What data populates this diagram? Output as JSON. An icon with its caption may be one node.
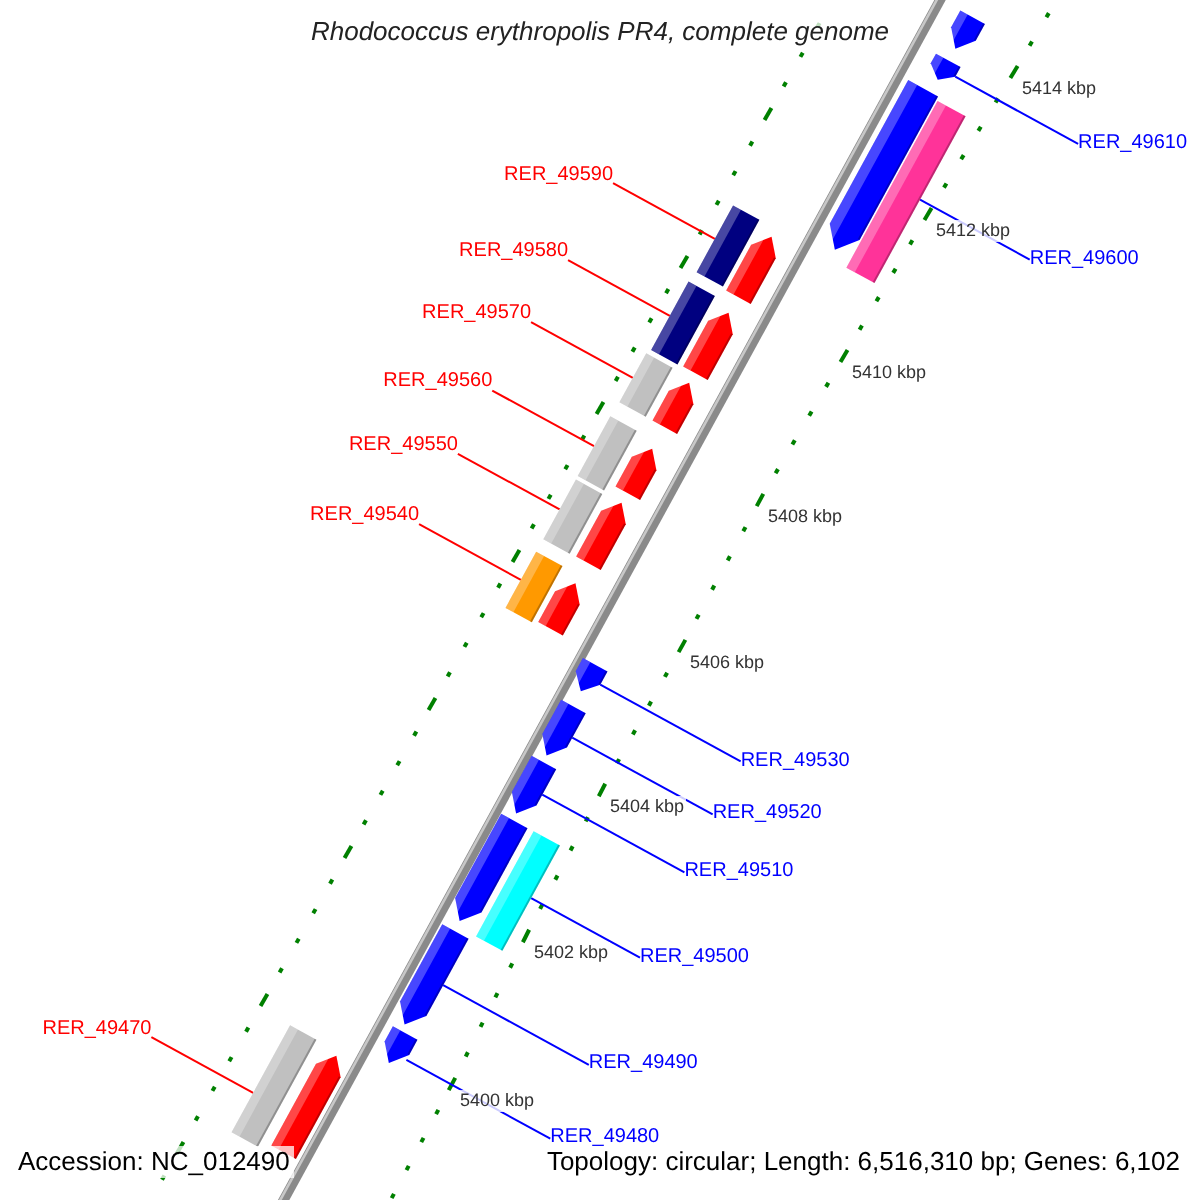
{
  "diagram": {
    "title": "Rhodococcus erythropolis PR4, complete genome",
    "nodes": [
      {
        "text": [
          "RER_49590"
        ]
      },
      {
        "text": [
          "RER_49580"
        ]
      },
      {
        "text": [
          "RER_49570"
        ]
      },
      {
        "text": [
          "RER_49560"
        ]
      },
      {
        "text": [
          "RER_49550"
        ]
      },
      {
        "text": [
          "RER_49540"
        ]
      },
      {
        "text": [
          "RER_49470"
        ]
      },
      {
        "text": [
          "RER_49610"
        ]
      },
      {
        "text": [
          "RER_49600"
        ]
      },
      {
        "text": [
          "RER_49530"
        ]
      },
      {
        "text": [
          "RER_49520"
        ]
      },
      {
        "text": [
          "RER_49510"
        ]
      },
      {
        "text": [
          "RER_49500"
        ]
      },
      {
        "text": [
          "RER_49490"
        ]
      },
      {
        "text": [
          "RER_49480"
        ]
      },
      {
        "text": [],
        "shape": "arrow"
      },
      {
        "text": [],
        "shape": "arrow"
      },
      {
        "text": [],
        "shape": "arrow"
      },
      {
        "text": [],
        "shape": "bar"
      },
      {
        "text": [],
        "shape": "bar"
      },
      {
        "text": [],
        "shape": "arrow"
      },
      {
        "text": [],
        "shape": "bar"
      },
      {
        "text": [],
        "shape": "arrow"
      },
      {
        "text": [],
        "shape": "bar"
      },
      {
        "text": [],
        "shape": "arrow"
      },
      {
        "text": [],
        "shape": "bar"
      },
      {
        "text": [],
        "shape": "arrow"
      },
      {
        "text": [],
        "shape": "bar"
      },
      {
        "text": [],
        "shape": "arrow"
      },
      {
        "text": [],
        "shape": "bar"
      },
      {
        "text": [],
        "shape": "arrow"
      },
      {
        "text": [],
        "shape": "arrow"
      },
      {
        "text": [],
        "shape": "arrow"
      },
      {
        "text": [],
        "shape": "arrow"
      },
      {
        "text": [],
        "shape": "arrow"
      },
      {
        "text": [],
        "shape": "bar"
      },
      {
        "text": [],
        "shape": "arrow"
      },
      {
        "text": [],
        "shape": "arrow"
      },
      {
        "text": [],
        "shape": "bar"
      },
      {
        "text": [],
        "shape": "arrow"
      }
    ],
    "edges": [
      {
        "from": 0,
        "to": 19,
        "arrow": "none",
        "color": "#ff0000"
      },
      {
        "from": 1,
        "to": 21,
        "arrow": "none",
        "color": "#ff0000"
      },
      {
        "from": 2,
        "to": 23,
        "arrow": "none",
        "color": "#ff0000"
      },
      {
        "from": 3,
        "to": 25,
        "arrow": "none",
        "color": "#ff0000"
      },
      {
        "from": 4,
        "to": 27,
        "arrow": "none",
        "color": "#ff0000"
      },
      {
        "from": 5,
        "to": 29,
        "arrow": "none",
        "color": "#ff0000"
      },
      {
        "from": 6,
        "to": 38,
        "arrow": "none",
        "color": "#ff0000"
      },
      {
        "from": 7,
        "to": 16,
        "arrow": "none"
      },
      {
        "from": 8,
        "to": 18,
        "arrow": "none"
      },
      {
        "from": 9,
        "to": 31,
        "arrow": "none"
      },
      {
        "from": 10,
        "to": 32,
        "arrow": "none"
      },
      {
        "from": 11,
        "to": 33,
        "arrow": "none"
      },
      {
        "from": 12,
        "to": 35,
        "arrow": "none"
      },
      {
        "from": 13,
        "to": 36,
        "arrow": "none"
      },
      {
        "from": 14,
        "to": 37,
        "arrow": "none"
      }
    ],
    "labels": [
      "5414 kbp",
      "5412 kbp",
      "5410 kbp",
      "5408 kbp",
      "5406 kbp",
      "5404 kbp",
      "5402 kbp",
      "5400 kbp",
      "Accession: NC_012490",
      "Topology: circular; Length: 6,516,310 bp; Genes: 6,102"
    ]
  }
}
